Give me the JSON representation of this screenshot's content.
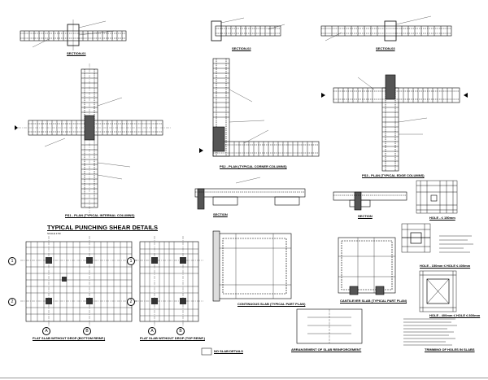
{
  "sections": {
    "s1": "SECTION-01",
    "s2": "SECTION-02",
    "s3": "SECTION-03"
  },
  "plans": {
    "ps1": "PS1 - PLAN (TYPICAL INTERNAL COLUMNS)",
    "ps2": "PS2 - PLAN (TYPICAL CORNER COLUMNS)",
    "ps3": "PS3 - PLAN (TYPICAL EDGE COLUMNS)"
  },
  "title": {
    "main": "TYPICAL PUNCHING SHEAR DETAILS",
    "scale": "SCALE 1:50"
  },
  "grid_bubbles": [
    "A",
    "B",
    "1",
    "2",
    "A",
    "B",
    "1",
    "2"
  ],
  "details": {
    "flat_slab_drop": "FLAT SLAB WITHOUT DROP (BOTTOM REINF.)",
    "flat_slab_top": "FLAT SLAB WITHOUT DROP (TOP REINF.)",
    "continuous": "CONTINUOUS SLAB (TYPICAL PART PLAN)",
    "cantilever": "CANTILEVER SLAB (TYPICAL PART PLAN)",
    "section_a": "SECTION",
    "section_b": "SECTION",
    "hole1": "HOLE - ≤ 150mm",
    "hole2": "HOLE - 150mm ≤ HOLE ≤ 400mm",
    "hole3": "HOLE - 400mm ≤ HOLE ≤ 800mm",
    "trimming": "TRIMMING OF HOLES IN SLABS",
    "slab_edge": "ARRANGEMENT OF SLAB REINFORCEMENT",
    "no_slab": "NO SLAB DETAILS"
  }
}
